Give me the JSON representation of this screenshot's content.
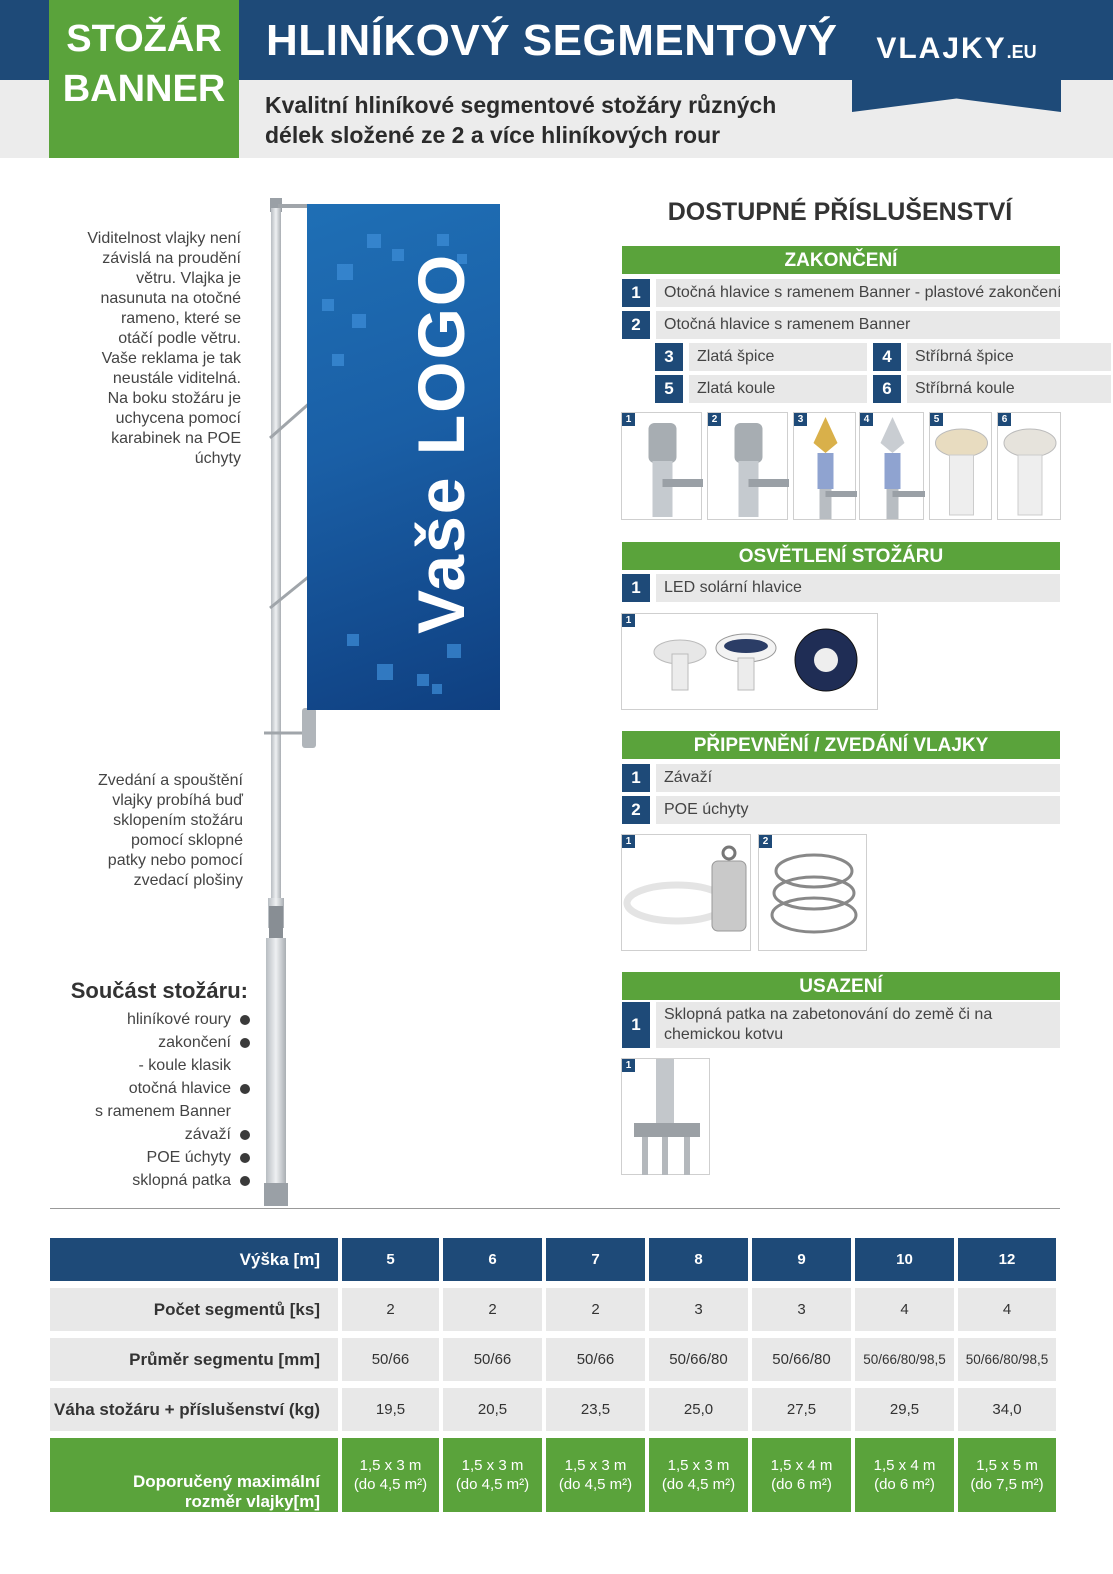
{
  "header": {
    "badge_line1": "STOŽÁR",
    "badge_line2": "BANNER",
    "title": "HLINÍKOVÝ SEGMENTOVÝ",
    "subtitle_line1": "Kvalitní hliníkové segmentové stožáry různých",
    "subtitle_line2": "délek složené ze 2 a více hliníkových rour",
    "logo_main": "VLAJKY",
    "logo_suffix": ".EU"
  },
  "left": {
    "intro": [
      "Viditelnost vlajky není",
      "závislá na proudění",
      "větru. Vlajka je",
      "nasunuta na otočné",
      "rameno, které se",
      "otáčí podle větru.",
      "Vaše reklama je tak",
      "neustále viditelná.",
      "Na boku stožáru je",
      "uchycena pomocí",
      "karabinek na POE",
      "úchyty"
    ],
    "raise": [
      "Zvedání a spouštění",
      "vlajky probíhá buď",
      "sklopením stožáru",
      "pomocí sklopné",
      "patky nebo pomocí",
      "zvedací plošiny"
    ],
    "parts_title": "Součást stožáru:",
    "parts": [
      {
        "text": "hliníkové roury",
        "bullet": true
      },
      {
        "text": "zakončení",
        "bullet": true
      },
      {
        "text": "- koule klasik",
        "bullet": false
      },
      {
        "text": "otočná hlavice",
        "bullet": true
      },
      {
        "text": "s ramenem Banner",
        "bullet": false
      },
      {
        "text": "závaží",
        "bullet": true
      },
      {
        "text": "POE úchyty",
        "bullet": true
      },
      {
        "text": "sklopná patka",
        "bullet": true
      }
    ],
    "banner_text": "Vaše LOGO"
  },
  "accessories": {
    "title": "DOSTUPNÉ PŘÍSLUŠENSTVÍ",
    "zakonceni": {
      "title": "ZAKONČENÍ",
      "rows": [
        {
          "num": "1",
          "text": "Otočná hlavice s ramenem Banner  - plastové zakončení"
        },
        {
          "num": "2",
          "text": "Otočná hlavice s ramenem Banner"
        }
      ],
      "pairs": [
        {
          "a_num": "3",
          "a_text": "Zlatá špice",
          "b_num": "4",
          "b_text": "Stříbrná špice"
        },
        {
          "a_num": "5",
          "a_text": "Zlatá koule",
          "b_num": "6",
          "b_text": "Stříbrná koule"
        }
      ],
      "tags": [
        "1",
        "2",
        "3",
        "4",
        "5",
        "6"
      ]
    },
    "osvetleni": {
      "title": "OSVĚTLENÍ STOŽÁRU",
      "rows": [
        {
          "num": "1",
          "text": "LED solární hlavice"
        }
      ],
      "tag": "1"
    },
    "pripevneni": {
      "title": "PŘIPEVNĚNÍ / ZVEDÁNÍ VLAJKY",
      "rows": [
        {
          "num": "1",
          "text": "Závaží"
        },
        {
          "num": "2",
          "text": "POE úchyty"
        }
      ],
      "tags": [
        "1",
        "2"
      ]
    },
    "usazeni": {
      "title": "USAZENÍ",
      "rows": [
        {
          "num": "1",
          "text_line1": "Sklopná patka na zabetonování do země či na",
          "text_line2": "chemickou kotvu"
        }
      ],
      "tag": "1"
    }
  },
  "table": {
    "rows": [
      {
        "label": "Výška [m]",
        "cells": [
          "5",
          "6",
          "7",
          "8",
          "9",
          "10",
          "12"
        ],
        "style": "blue"
      },
      {
        "label": "Počet segmentů [ks]",
        "cells": [
          "2",
          "2",
          "2",
          "3",
          "3",
          "4",
          "4"
        ],
        "style": "gray"
      },
      {
        "label": "Průměr segmentu [mm]",
        "cells": [
          "50/66",
          "50/66",
          "50/66",
          "50/66/80",
          "50/66/80",
          "50/66/80/98,5",
          "50/66/80/98,5"
        ],
        "style": "gray"
      },
      {
        "label": "Váha stožáru + příslušenství (kg)",
        "cells": [
          "19,5",
          "20,5",
          "23,5",
          "25,0",
          "27,5",
          "29,5",
          "34,0"
        ],
        "style": "gray"
      }
    ],
    "flag_row": {
      "label_line1": "Doporučený maximální",
      "label_line2": "rozměr vlajky[m]",
      "cells": [
        {
          "l1": "1,5 x 3 m",
          "l2": "(do 4,5 m²)"
        },
        {
          "l1": "1,5 x 3 m",
          "l2": "(do 4,5 m²)"
        },
        {
          "l1": "1,5 x 3 m",
          "l2": "(do 4,5 m²)"
        },
        {
          "l1": "1,5 x 3 m",
          "l2": "(do 4,5 m²)"
        },
        {
          "l1": "1,5 x 4 m",
          "l2": "(do 6 m²)"
        },
        {
          "l1": "1,5 x 4 m",
          "l2": "(do 6 m²)"
        },
        {
          "l1": "1,5 x 5 m",
          "l2": "(do 7,5 m²)"
        }
      ]
    }
  },
  "colors": {
    "brand_blue": "#1e4a78",
    "brand_green": "#5aa33b",
    "light_gray": "#e8e8e8"
  }
}
